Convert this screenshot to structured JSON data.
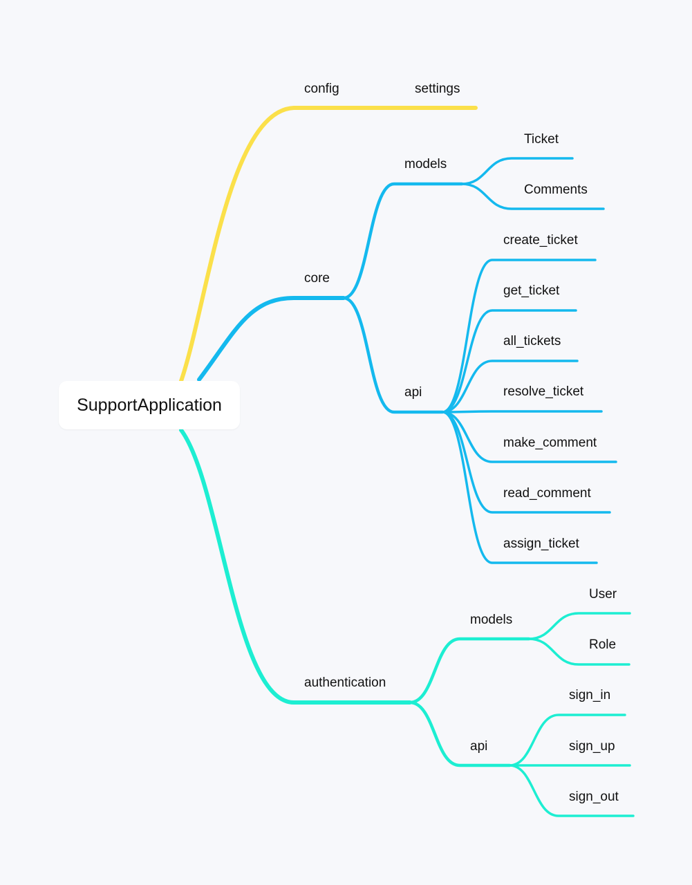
{
  "root": {
    "label": "SupportApplication"
  },
  "colors": {
    "config": "#fbe04a",
    "core": "#14b9ee",
    "authentication": "#1deed2"
  },
  "branches": {
    "config": {
      "label": "config",
      "children": {
        "settings": "settings"
      }
    },
    "core": {
      "label": "core",
      "models": {
        "label": "models",
        "items": [
          "Ticket",
          "Comments"
        ]
      },
      "api": {
        "label": "api",
        "items": [
          "create_ticket",
          "get_ticket",
          "all_tickets",
          "resolve_ticket",
          "make_comment",
          "read_comment",
          "assign_ticket"
        ]
      }
    },
    "authentication": {
      "label": "authentication",
      "models": {
        "label": "models",
        "items": [
          "User",
          "Role"
        ]
      },
      "api": {
        "label": "api",
        "items": [
          "sign_in",
          "sign_up",
          "sign_out"
        ]
      }
    }
  }
}
